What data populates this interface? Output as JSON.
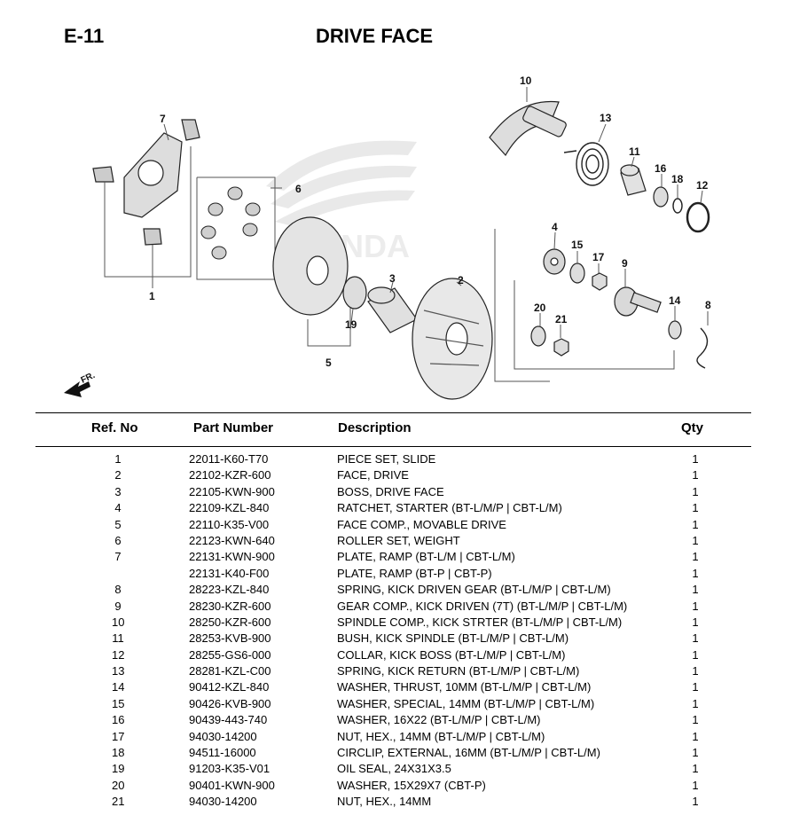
{
  "page": {
    "code": "E-11",
    "title": "DRIVE FACE"
  },
  "diagram": {
    "callouts": [
      "1",
      "2",
      "3",
      "4",
      "5",
      "6",
      "7",
      "8",
      "9",
      "10",
      "11",
      "12",
      "13",
      "14",
      "15",
      "16",
      "17",
      "18",
      "19",
      "20",
      "21"
    ],
    "watermark": "HONDA",
    "direction_label": "FR."
  },
  "table": {
    "headers": {
      "ref": "Ref. No",
      "part": "Part Number",
      "desc": "Description",
      "qty": "Qty"
    },
    "rows": [
      {
        "ref": "1",
        "part": "22011-K60-T70",
        "desc": "PIECE SET, SLIDE",
        "qty": "1"
      },
      {
        "ref": "2",
        "part": "22102-KZR-600",
        "desc": "FACE, DRIVE",
        "qty": "1"
      },
      {
        "ref": "3",
        "part": "22105-KWN-900",
        "desc": "BOSS, DRIVE FACE",
        "qty": "1"
      },
      {
        "ref": "4",
        "part": "22109-KZL-840",
        "desc": "RATCHET, STARTER (BT-L/M/P | CBT-L/M)",
        "qty": "1"
      },
      {
        "ref": "5",
        "part": "22110-K35-V00",
        "desc": "FACE COMP., MOVABLE DRIVE",
        "qty": "1"
      },
      {
        "ref": "6",
        "part": "22123-KWN-640",
        "desc": "ROLLER SET, WEIGHT",
        "qty": "1"
      },
      {
        "ref": "7",
        "part": "22131-KWN-900",
        "desc": "PLATE, RAMP (BT-L/M | CBT-L/M)",
        "qty": "1"
      },
      {
        "ref": "",
        "part": "22131-K40-F00",
        "desc": "PLATE, RAMP (BT-P | CBT-P)",
        "qty": "1"
      },
      {
        "ref": "8",
        "part": "28223-KZL-840",
        "desc": "SPRING, KICK DRIVEN GEAR (BT-L/M/P | CBT-L/M)",
        "qty": "1"
      },
      {
        "ref": "9",
        "part": "28230-KZR-600",
        "desc": "GEAR COMP., KICK DRIVEN (7T) (BT-L/M/P | CBT-L/M)",
        "qty": "1"
      },
      {
        "ref": "10",
        "part": "28250-KZR-600",
        "desc": "SPINDLE COMP., KICK STRTER (BT-L/M/P | CBT-L/M)",
        "qty": "1"
      },
      {
        "ref": "11",
        "part": "28253-KVB-900",
        "desc": "BUSH, KICK SPINDLE (BT-L/M/P | CBT-L/M)",
        "qty": "1"
      },
      {
        "ref": "12",
        "part": "28255-GS6-000",
        "desc": "COLLAR, KICK BOSS (BT-L/M/P | CBT-L/M)",
        "qty": "1"
      },
      {
        "ref": "13",
        "part": "28281-KZL-C00",
        "desc": "SPRING, KICK RETURN (BT-L/M/P | CBT-L/M)",
        "qty": "1"
      },
      {
        "ref": "14",
        "part": "90412-KZL-840",
        "desc": "WASHER, THRUST, 10MM (BT-L/M/P | CBT-L/M)",
        "qty": "1"
      },
      {
        "ref": "15",
        "part": "90426-KVB-900",
        "desc": "WASHER, SPECIAL, 14MM (BT-L/M/P | CBT-L/M)",
        "qty": "1"
      },
      {
        "ref": "16",
        "part": "90439-443-740",
        "desc": "WASHER, 16X22 (BT-L/M/P | CBT-L/M)",
        "qty": "1"
      },
      {
        "ref": "17",
        "part": "94030-14200",
        "desc": "NUT, HEX., 14MM (BT-L/M/P | CBT-L/M)",
        "qty": "1"
      },
      {
        "ref": "18",
        "part": "94511-16000",
        "desc": "CIRCLIP, EXTERNAL, 16MM (BT-L/M/P | CBT-L/M)",
        "qty": "1"
      },
      {
        "ref": "19",
        "part": "91203-K35-V01",
        "desc": "OIL SEAL, 24X31X3.5",
        "qty": "1"
      },
      {
        "ref": "20",
        "part": "90401-KWN-900",
        "desc": "WASHER, 15X29X7 (CBT-P)",
        "qty": "1"
      },
      {
        "ref": "21",
        "part": "94030-14200",
        "desc": "NUT, HEX., 14MM",
        "qty": "1"
      }
    ]
  }
}
